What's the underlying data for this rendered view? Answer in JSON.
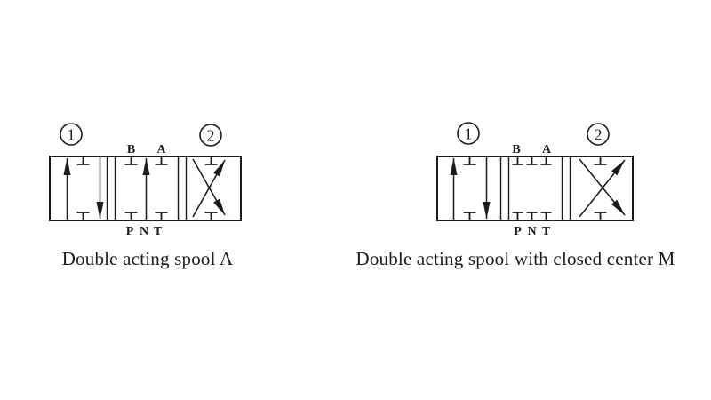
{
  "colors": {
    "background": "#ffffff",
    "ink": "#1b1b1b"
  },
  "diagrams": [
    {
      "caption": "Double acting spool A",
      "positions": {
        "p1": "1",
        "p2": "2"
      },
      "ports": {
        "top": {
          "b": "B",
          "a": "A"
        },
        "bottom": {
          "p": "P",
          "n": "N",
          "t": "T"
        }
      }
    },
    {
      "caption": "Double acting spool with closed center M",
      "positions": {
        "p1": "1",
        "p2": "2"
      },
      "ports": {
        "top": {
          "b": "B",
          "a": "A"
        },
        "bottom": {
          "p": "P",
          "n": "N",
          "t": "T"
        }
      }
    }
  ]
}
